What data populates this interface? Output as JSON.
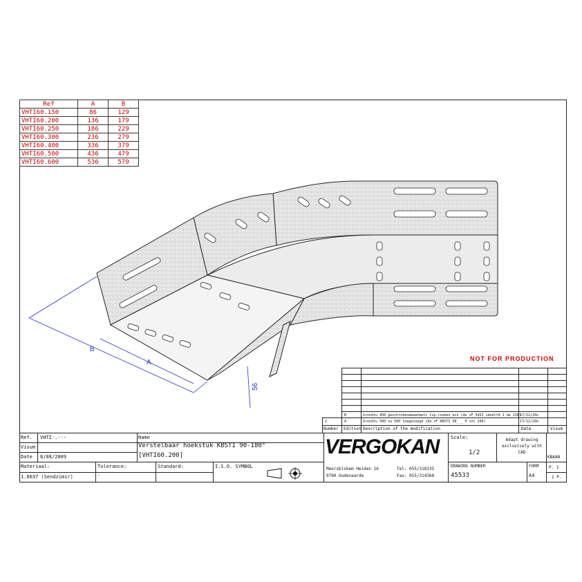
{
  "ref_table": {
    "headers": [
      "Ref",
      "A",
      "B"
    ],
    "rows": [
      [
        "VHTI60.150",
        "86",
        "129"
      ],
      [
        "VHTI60.200",
        "136",
        "179"
      ],
      [
        "VHTI60.250",
        "186",
        "229"
      ],
      [
        "VHTI60.300",
        "236",
        "279"
      ],
      [
        "VHTI60.400",
        "336",
        "379"
      ],
      [
        "VHTI60.500",
        "436",
        "479"
      ],
      [
        "VHTI60.600",
        "536",
        "579"
      ]
    ]
  },
  "drawing": {
    "dim_b": "B",
    "dim_a": "A",
    "dim_height": "56"
  },
  "notice": "NOT FOR PRODUCTION",
  "revisions": {
    "rows": [
      {
        "edition": "B",
        "description": "Grondtu 450 geschrokenemaatmeti tip-rouben ecn (de vF VdII idoelt0 1 de 2IN)",
        "date": "17/12/20n",
        "visum": ""
      },
      {
        "number": "2",
        "edition": "A",
        "description": "Grondtu 500 nu 500 toegevoegd (De vF KBSTI 90_ _ 0 cnt 290)",
        "date": "17/12/20n",
        "visum": ""
      }
    ],
    "headers": {
      "number": "Number",
      "edition": "Edition",
      "description": "Description of the modification",
      "date": "Date",
      "visum": "Visum"
    }
  },
  "title_block": {
    "ref_label": "Ref.",
    "ref_value": "VHTI-.---",
    "visum_label": "Visum",
    "date_label": "Date",
    "date_value": "8/08/2009",
    "name_label": "Name",
    "name_line1": "Verstelbaar hoekstuk KBSTI 90-180°",
    "name_line2": "[VHTI60.200]",
    "material_label": "Materiaal:",
    "material_value": "1.0037 (Sendzimir)",
    "tolerance_label": "Tolerance:",
    "tolerance_value": "-",
    "standard_label": "Standard:",
    "iso_label": "I.S.O. SYMBOL",
    "company": "VERGOKAN",
    "address1": "Meersblokem Heiden 16",
    "address2": "9700 Oudenaarde",
    "tel": "Tel: 055/318335",
    "fax": "Fax: 055/314368",
    "scale_label": "Scale:",
    "scale_value": "1/2",
    "adapt_note": "Adapt drawing exclusively with CAD",
    "kbaan": "KBAAN",
    "drawing_number_label": "DRAWING NUMBER",
    "drawing_number": "45533",
    "form_label": "FORM",
    "form_value": "A4",
    "page_label": "P. 1",
    "pages_label": "1 P."
  }
}
